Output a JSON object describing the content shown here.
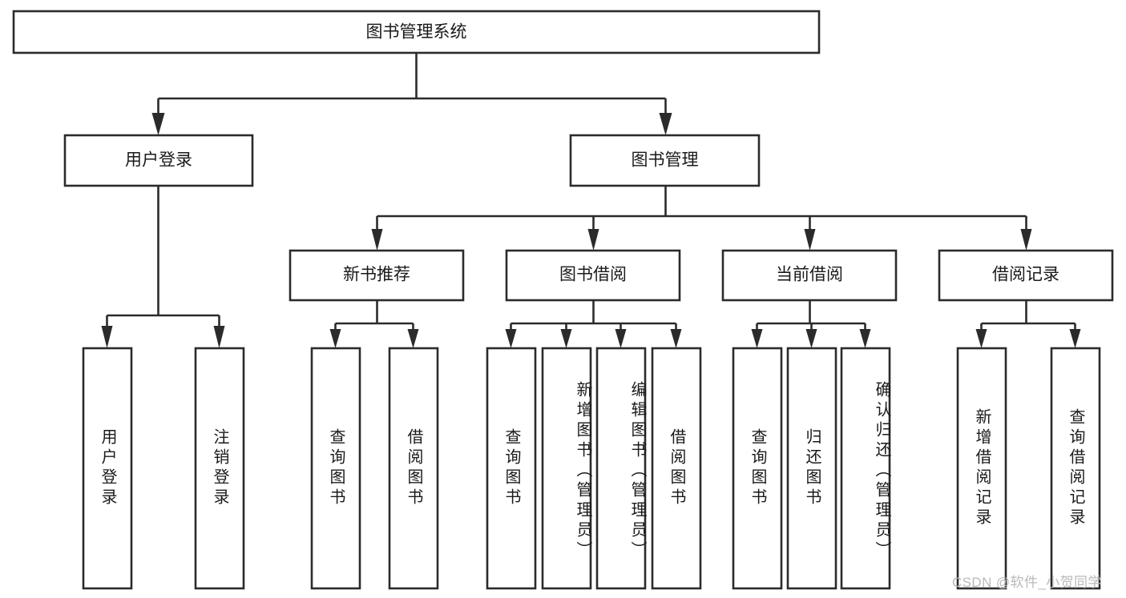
{
  "diagram": {
    "title": "图书管理系统",
    "type": "hierarchy-tree",
    "watermark": "CSDN @软件_小贺同学",
    "colors": {
      "background": "#ffffff",
      "box_fill": "#ffffff",
      "box_stroke": "#2b2b2b",
      "text": "#1a1a1a",
      "watermark": "#b9b9b9"
    },
    "root": {
      "label": "图书管理系统"
    },
    "level2": [
      {
        "id": "user-login",
        "label": "用户登录"
      },
      {
        "id": "book-management",
        "label": "图书管理"
      }
    ],
    "level3": [
      {
        "id": "new-book-recommend",
        "label": "新书推荐"
      },
      {
        "id": "book-borrow",
        "label": "图书借阅"
      },
      {
        "id": "current-borrow",
        "label": "当前借阅"
      },
      {
        "id": "borrow-record",
        "label": "借阅记录"
      }
    ],
    "leaves": {
      "user_login": [
        {
          "id": "leaf-user-login",
          "label": "用户登录"
        },
        {
          "id": "leaf-logout-login",
          "label": "注销登录"
        }
      ],
      "new_book_recommend": [
        {
          "id": "leaf-query-book-1",
          "label": "查询图书"
        },
        {
          "id": "leaf-borrow-book-1",
          "label": "借阅图书"
        }
      ],
      "book_borrow": [
        {
          "id": "leaf-query-book-2",
          "label": "查询图书"
        },
        {
          "id": "leaf-add-book",
          "label": "新增图书（管理员）"
        },
        {
          "id": "leaf-edit-book",
          "label": "编辑图书（管理员）"
        },
        {
          "id": "leaf-borrow-book-2",
          "label": "借阅图书"
        }
      ],
      "current_borrow": [
        {
          "id": "leaf-query-book-3",
          "label": "查询图书"
        },
        {
          "id": "leaf-return-book",
          "label": "归还图书"
        },
        {
          "id": "leaf-confirm-return",
          "label": "确认归还（管理员）"
        }
      ],
      "borrow_record": [
        {
          "id": "leaf-add-record",
          "label": "新增借阅记录"
        },
        {
          "id": "leaf-query-record",
          "label": "查询借阅记录"
        }
      ]
    }
  }
}
